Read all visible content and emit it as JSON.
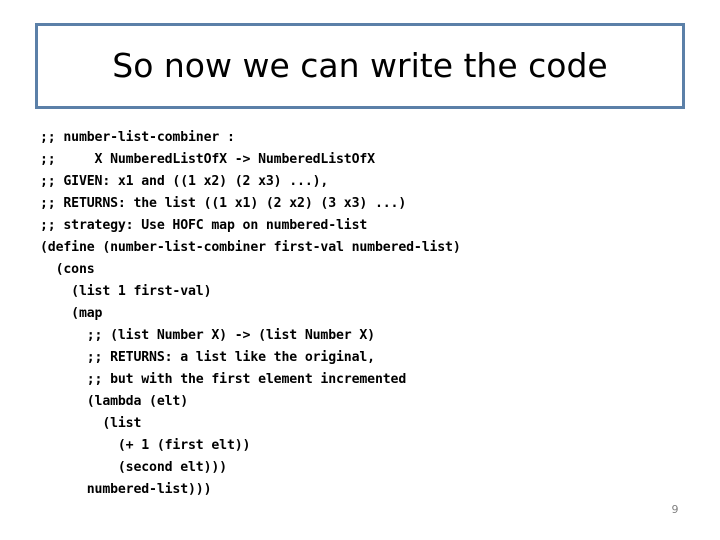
{
  "slide": {
    "title": "So now we can write the code",
    "page_number": "9",
    "accent_color": "#5b80a8",
    "background_color": "#ffffff",
    "page_number_color": "#808080",
    "code_lines": [
      ";; number-list-combiner :",
      ";;     X NumberedListOfX -> NumberedListOfX",
      ";; GIVEN: x1 and ((1 x2) (2 x3) ...),",
      ";; RETURNS: the list ((1 x1) (2 x2) (3 x3) ...)",
      ";; strategy: Use HOFC map on numbered-list",
      "(define (number-list-combiner first-val numbered-list)",
      "  (cons",
      "    (list 1 first-val)",
      "    (map",
      "      ;; (list Number X) -> (list Number X)",
      "      ;; RETURNS: a list like the original,",
      "      ;; but with the first element incremented",
      "      (lambda (elt)",
      "        (list",
      "          (+ 1 (first elt))",
      "          (second elt)))",
      "      numbered-list)))"
    ]
  }
}
